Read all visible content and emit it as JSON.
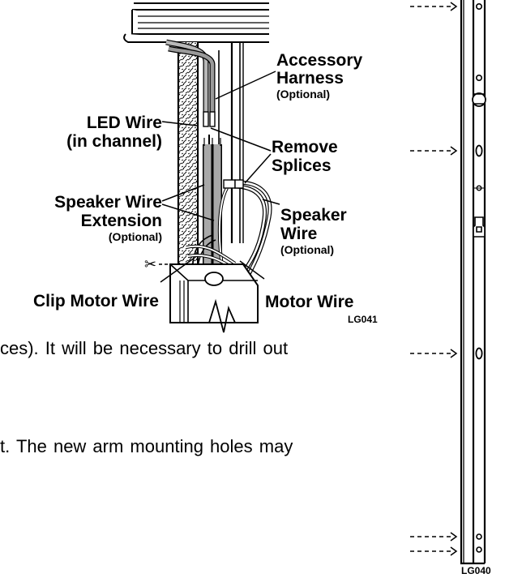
{
  "figure_left": {
    "labels": {
      "accessory_harness_l1": "Accessory",
      "accessory_harness_l2": "Harness",
      "accessory_harness_opt": "(Optional)",
      "led_wire_l1": "LED Wire",
      "led_wire_l2": "(in channel)",
      "remove_splices_l1": "Remove",
      "remove_splices_l2": "Splices",
      "speaker_wire_ext_l1": "Speaker Wire",
      "speaker_wire_ext_l2": "Extension",
      "speaker_wire_ext_opt": "(Optional)",
      "speaker_wire_l1": "Speaker",
      "speaker_wire_l2": "Wire",
      "speaker_wire_opt": "(Optional)",
      "clip_motor_wire": "Clip Motor Wire",
      "motor_wire": "Motor Wire"
    },
    "code": "LG041"
  },
  "figure_right": {
    "code": "LG040"
  },
  "body_text": {
    "line1": "ces).  It will be necessary to drill out",
    "line2": "t.  The new arm mounting holes may"
  }
}
